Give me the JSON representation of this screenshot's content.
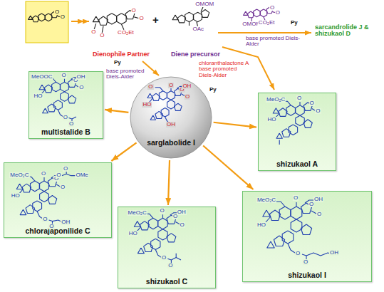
{
  "diagram": {
    "nodes": [
      {
        "text": [
          "sarglabolide I"
        ]
      },
      {
        "text": [
          "multistalide B"
        ]
      },
      {
        "text": [
          "shizukaol A"
        ]
      },
      {
        "text": [
          "chlorajaponilide C"
        ]
      },
      {
        "text": [
          "shizukaol C"
        ]
      },
      {
        "text": [
          "shizukaol I"
        ]
      }
    ],
    "edges": [
      {
        "from": 0,
        "to": 1,
        "arrow": "to"
      },
      {
        "from": 0,
        "to": 2,
        "arrow": "to"
      },
      {
        "from": 0,
        "to": 3,
        "arrow": "to"
      },
      {
        "from": 0,
        "to": 4,
        "arrow": "to"
      },
      {
        "from": 0,
        "to": 5,
        "arrow": "to"
      }
    ],
    "labels": [
      "Dienophile Partner",
      "+",
      "Diene precursor",
      "Py",
      "base promoted Diels-Alder",
      "sarcandrolide J & shizukaol D",
      "Py",
      "base promoted Diels-Alder",
      "chloranthalactone A base promoted Diels-Alder",
      "Py",
      "O",
      "O",
      "O",
      "O",
      "O",
      "O",
      "CO₂Et",
      "OMOM",
      "OAc",
      "OMOM",
      "O",
      "O",
      "CO₂Et",
      "O",
      "HO",
      "O",
      "O",
      "O",
      "OH",
      "OH",
      "MeOOC",
      "HO",
      "O",
      "O",
      "O",
      "OH",
      "O",
      "O",
      "MeO₂C",
      "HO",
      "O",
      "O",
      "O",
      "MeO₂C",
      "HO",
      "O",
      "O",
      "O",
      "O",
      "O",
      "OMe",
      "O",
      "O",
      "OH",
      "MeO₂C",
      "HO",
      "O",
      "O",
      "O",
      "OH",
      "O",
      "O",
      "MeO₂C",
      "HO",
      "O",
      "O",
      "O",
      "OH",
      "O",
      "O",
      "OH"
    ]
  }
}
